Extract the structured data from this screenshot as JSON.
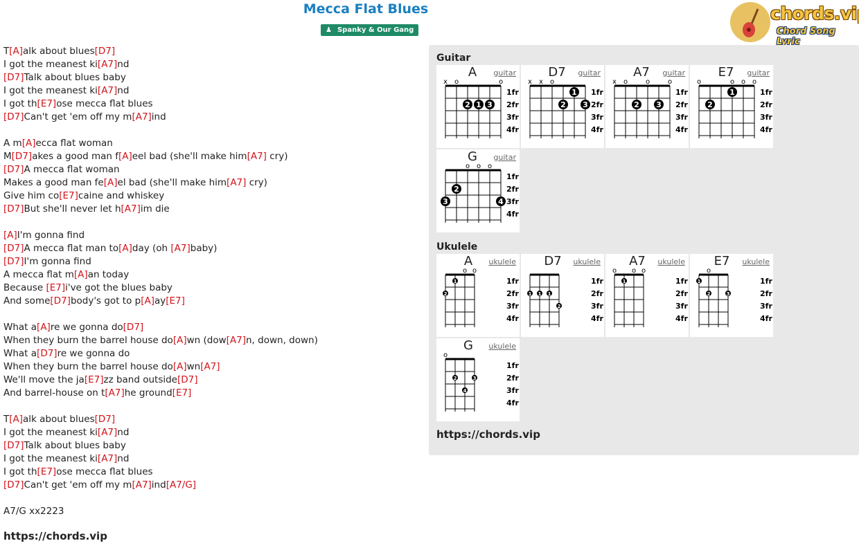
{
  "song": {
    "title": "Mecca Flat Blues",
    "artist": "Spanky & Our Gang"
  },
  "logo": {
    "name": "chords.vip",
    "tagline": "Chord Song Lyric"
  },
  "lyrics": [
    [
      {
        "t": "T"
      },
      {
        "c": "[A]"
      },
      {
        "t": "alk about blues"
      },
      {
        "c": "[D7]"
      }
    ],
    [
      {
        "t": "I got the meanest ki"
      },
      {
        "c": "[A7]"
      },
      {
        "t": "nd"
      }
    ],
    [
      {
        "c": "[D7]"
      },
      {
        "t": "Talk about blues baby"
      }
    ],
    [
      {
        "t": "I got the meanest ki"
      },
      {
        "c": "[A7]"
      },
      {
        "t": "nd"
      }
    ],
    [
      {
        "t": "I got th"
      },
      {
        "c": "[E7]"
      },
      {
        "t": "ose mecca flat blues"
      }
    ],
    [
      {
        "c": "[D7]"
      },
      {
        "t": "Can't get 'em off my m"
      },
      {
        "c": "[A7]"
      },
      {
        "t": "ind"
      }
    ],
    [],
    [
      {
        "t": "A m"
      },
      {
        "c": "[A]"
      },
      {
        "t": "ecca flat woman"
      }
    ],
    [
      {
        "t": "M"
      },
      {
        "c": "[D7]"
      },
      {
        "t": "akes a good man f"
      },
      {
        "c": "[A]"
      },
      {
        "t": "eel bad (she'll make him"
      },
      {
        "c": "[A7]"
      },
      {
        "t": " cry)"
      }
    ],
    [
      {
        "c": "[D7]"
      },
      {
        "t": "A mecca flat woman"
      }
    ],
    [
      {
        "t": "Makes a good man fe"
      },
      {
        "c": "[A]"
      },
      {
        "t": "el bad (she'll make him"
      },
      {
        "c": "[A7]"
      },
      {
        "t": " cry)"
      }
    ],
    [
      {
        "t": "Give him co"
      },
      {
        "c": "[E7]"
      },
      {
        "t": "caine and whiskey"
      }
    ],
    [
      {
        "c": "[D7]"
      },
      {
        "t": "But she'll never let h"
      },
      {
        "c": "[A7]"
      },
      {
        "t": "im die"
      }
    ],
    [],
    [
      {
        "c": "[A]"
      },
      {
        "t": "I'm gonna find"
      }
    ],
    [
      {
        "c": "[D7]"
      },
      {
        "t": "A mecca flat man to"
      },
      {
        "c": "[A]"
      },
      {
        "t": "day (oh "
      },
      {
        "c": "[A7]"
      },
      {
        "t": "baby)"
      }
    ],
    [
      {
        "c": "[D7]"
      },
      {
        "t": "I'm gonna find"
      }
    ],
    [
      {
        "t": "A mecca flat m"
      },
      {
        "c": "[A]"
      },
      {
        "t": "an today"
      }
    ],
    [
      {
        "t": "Because "
      },
      {
        "c": "[E7]"
      },
      {
        "t": "i've got the blues baby"
      }
    ],
    [
      {
        "t": "And some"
      },
      {
        "c": "[D7]"
      },
      {
        "t": "body's got to p"
      },
      {
        "c": "[A]"
      },
      {
        "t": "ay"
      },
      {
        "c": "[E7]"
      }
    ],
    [],
    [
      {
        "t": "What a"
      },
      {
        "c": "[A]"
      },
      {
        "t": "re we gonna do"
      },
      {
        "c": "[D7]"
      }
    ],
    [
      {
        "t": "When they burn the barrel house do"
      },
      {
        "c": "[A]"
      },
      {
        "t": "wn (dow"
      },
      {
        "c": "[A7]"
      },
      {
        "t": "n, down, down)"
      }
    ],
    [
      {
        "t": "What a"
      },
      {
        "c": "[D7]"
      },
      {
        "t": "re we gonna do"
      }
    ],
    [
      {
        "t": "When they burn the barrel house do"
      },
      {
        "c": "[A]"
      },
      {
        "t": "wn"
      },
      {
        "c": "[A7]"
      }
    ],
    [
      {
        "t": "We'll move the ja"
      },
      {
        "c": "[E7]"
      },
      {
        "t": "zz band outside"
      },
      {
        "c": "[D7]"
      }
    ],
    [
      {
        "t": "And barrel-house on t"
      },
      {
        "c": "[A7]"
      },
      {
        "t": "he ground"
      },
      {
        "c": "[E7]"
      }
    ],
    [],
    [
      {
        "t": "T"
      },
      {
        "c": "[A]"
      },
      {
        "t": "alk about blues"
      },
      {
        "c": "[D7]"
      }
    ],
    [
      {
        "t": "I got the meanest ki"
      },
      {
        "c": "[A7]"
      },
      {
        "t": "nd"
      }
    ],
    [
      {
        "c": "[D7]"
      },
      {
        "t": "Talk about blues baby"
      }
    ],
    [
      {
        "t": "I got the meanest ki"
      },
      {
        "c": "[A7]"
      },
      {
        "t": "nd"
      }
    ],
    [
      {
        "t": "I got th"
      },
      {
        "c": "[E7]"
      },
      {
        "t": "ose mecca flat blues"
      }
    ],
    [
      {
        "c": "[D7]"
      },
      {
        "t": "Can't get 'em off my m"
      },
      {
        "c": "[A7]"
      },
      {
        "t": "ind"
      },
      {
        "c": "[A7/G]"
      }
    ],
    [],
    [
      {
        "t": "A7/G xx2223"
      }
    ]
  ],
  "footer_url": "https://chords.vip",
  "panel": {
    "guitar_heading": "Guitar",
    "ukulele_heading": "Ukulele",
    "url": "https://chords.vip",
    "fret_labels": [
      "1fr",
      "2fr",
      "3fr",
      "4fr"
    ],
    "guitar_chords": [
      {
        "name": "A",
        "type": "guitar",
        "marks": [
          "x",
          "o",
          "",
          "",
          "",
          "o"
        ],
        "dots": [
          {
            "s": 2,
            "f": 2,
            "n": "2"
          },
          {
            "s": 3,
            "f": 2,
            "n": "1"
          },
          {
            "s": 4,
            "f": 2,
            "n": "3"
          }
        ]
      },
      {
        "name": "D7",
        "type": "guitar",
        "marks": [
          "x",
          "x",
          "o",
          "",
          "",
          ""
        ],
        "dots": [
          {
            "s": 4,
            "f": 1,
            "n": "1"
          },
          {
            "s": 3,
            "f": 2,
            "n": "2"
          },
          {
            "s": 5,
            "f": 2,
            "n": "3"
          }
        ]
      },
      {
        "name": "A7",
        "type": "guitar",
        "marks": [
          "x",
          "o",
          "",
          "o",
          "",
          "o"
        ],
        "dots": [
          {
            "s": 2,
            "f": 2,
            "n": "2"
          },
          {
            "s": 4,
            "f": 2,
            "n": "3"
          }
        ]
      },
      {
        "name": "E7",
        "type": "guitar",
        "marks": [
          "o",
          "",
          "",
          "o",
          "o",
          "o"
        ],
        "dots": [
          {
            "s": 3,
            "f": 1,
            "n": "1"
          },
          {
            "s": 1,
            "f": 2,
            "n": "2"
          }
        ]
      },
      {
        "name": "G",
        "type": "guitar",
        "marks": [
          "",
          "",
          "o",
          "o",
          "o",
          ""
        ],
        "dots": [
          {
            "s": 1,
            "f": 2,
            "n": "2"
          },
          {
            "s": 0,
            "f": 3,
            "n": "3"
          },
          {
            "s": 5,
            "f": 3,
            "n": "4"
          }
        ]
      }
    ],
    "ukulele_chords": [
      {
        "name": "A",
        "type": "ukulele",
        "marks": [
          "",
          "",
          "o",
          "o"
        ],
        "dots": [
          {
            "s": 1,
            "f": 1,
            "n": "1"
          },
          {
            "s": 0,
            "f": 2,
            "n": "2"
          }
        ]
      },
      {
        "name": "D7",
        "type": "ukulele",
        "marks": [
          "",
          "",
          "",
          ""
        ],
        "dots": [
          {
            "s": 0,
            "f": 2,
            "n": "1"
          },
          {
            "s": 1,
            "f": 2,
            "n": "1"
          },
          {
            "s": 2,
            "f": 2,
            "n": "1"
          },
          {
            "s": 3,
            "f": 3,
            "n": "2"
          }
        ]
      },
      {
        "name": "A7",
        "type": "ukulele",
        "marks": [
          "o",
          "",
          "o",
          "o"
        ],
        "dots": [
          {
            "s": 1,
            "f": 1,
            "n": "1"
          }
        ]
      },
      {
        "name": "E7",
        "type": "ukulele",
        "marks": [
          "",
          "o",
          "",
          ""
        ],
        "dots": [
          {
            "s": 0,
            "f": 1,
            "n": "1"
          },
          {
            "s": 1,
            "f": 2,
            "n": "2"
          },
          {
            "s": 3,
            "f": 2,
            "n": "3"
          }
        ]
      },
      {
        "name": "G",
        "type": "ukulele",
        "marks": [
          "o",
          "",
          "",
          ""
        ],
        "dots": [
          {
            "s": 1,
            "f": 2,
            "n": "2"
          },
          {
            "s": 3,
            "f": 2,
            "n": "3"
          },
          {
            "s": 2,
            "f": 3,
            "n": "4"
          }
        ]
      }
    ]
  }
}
